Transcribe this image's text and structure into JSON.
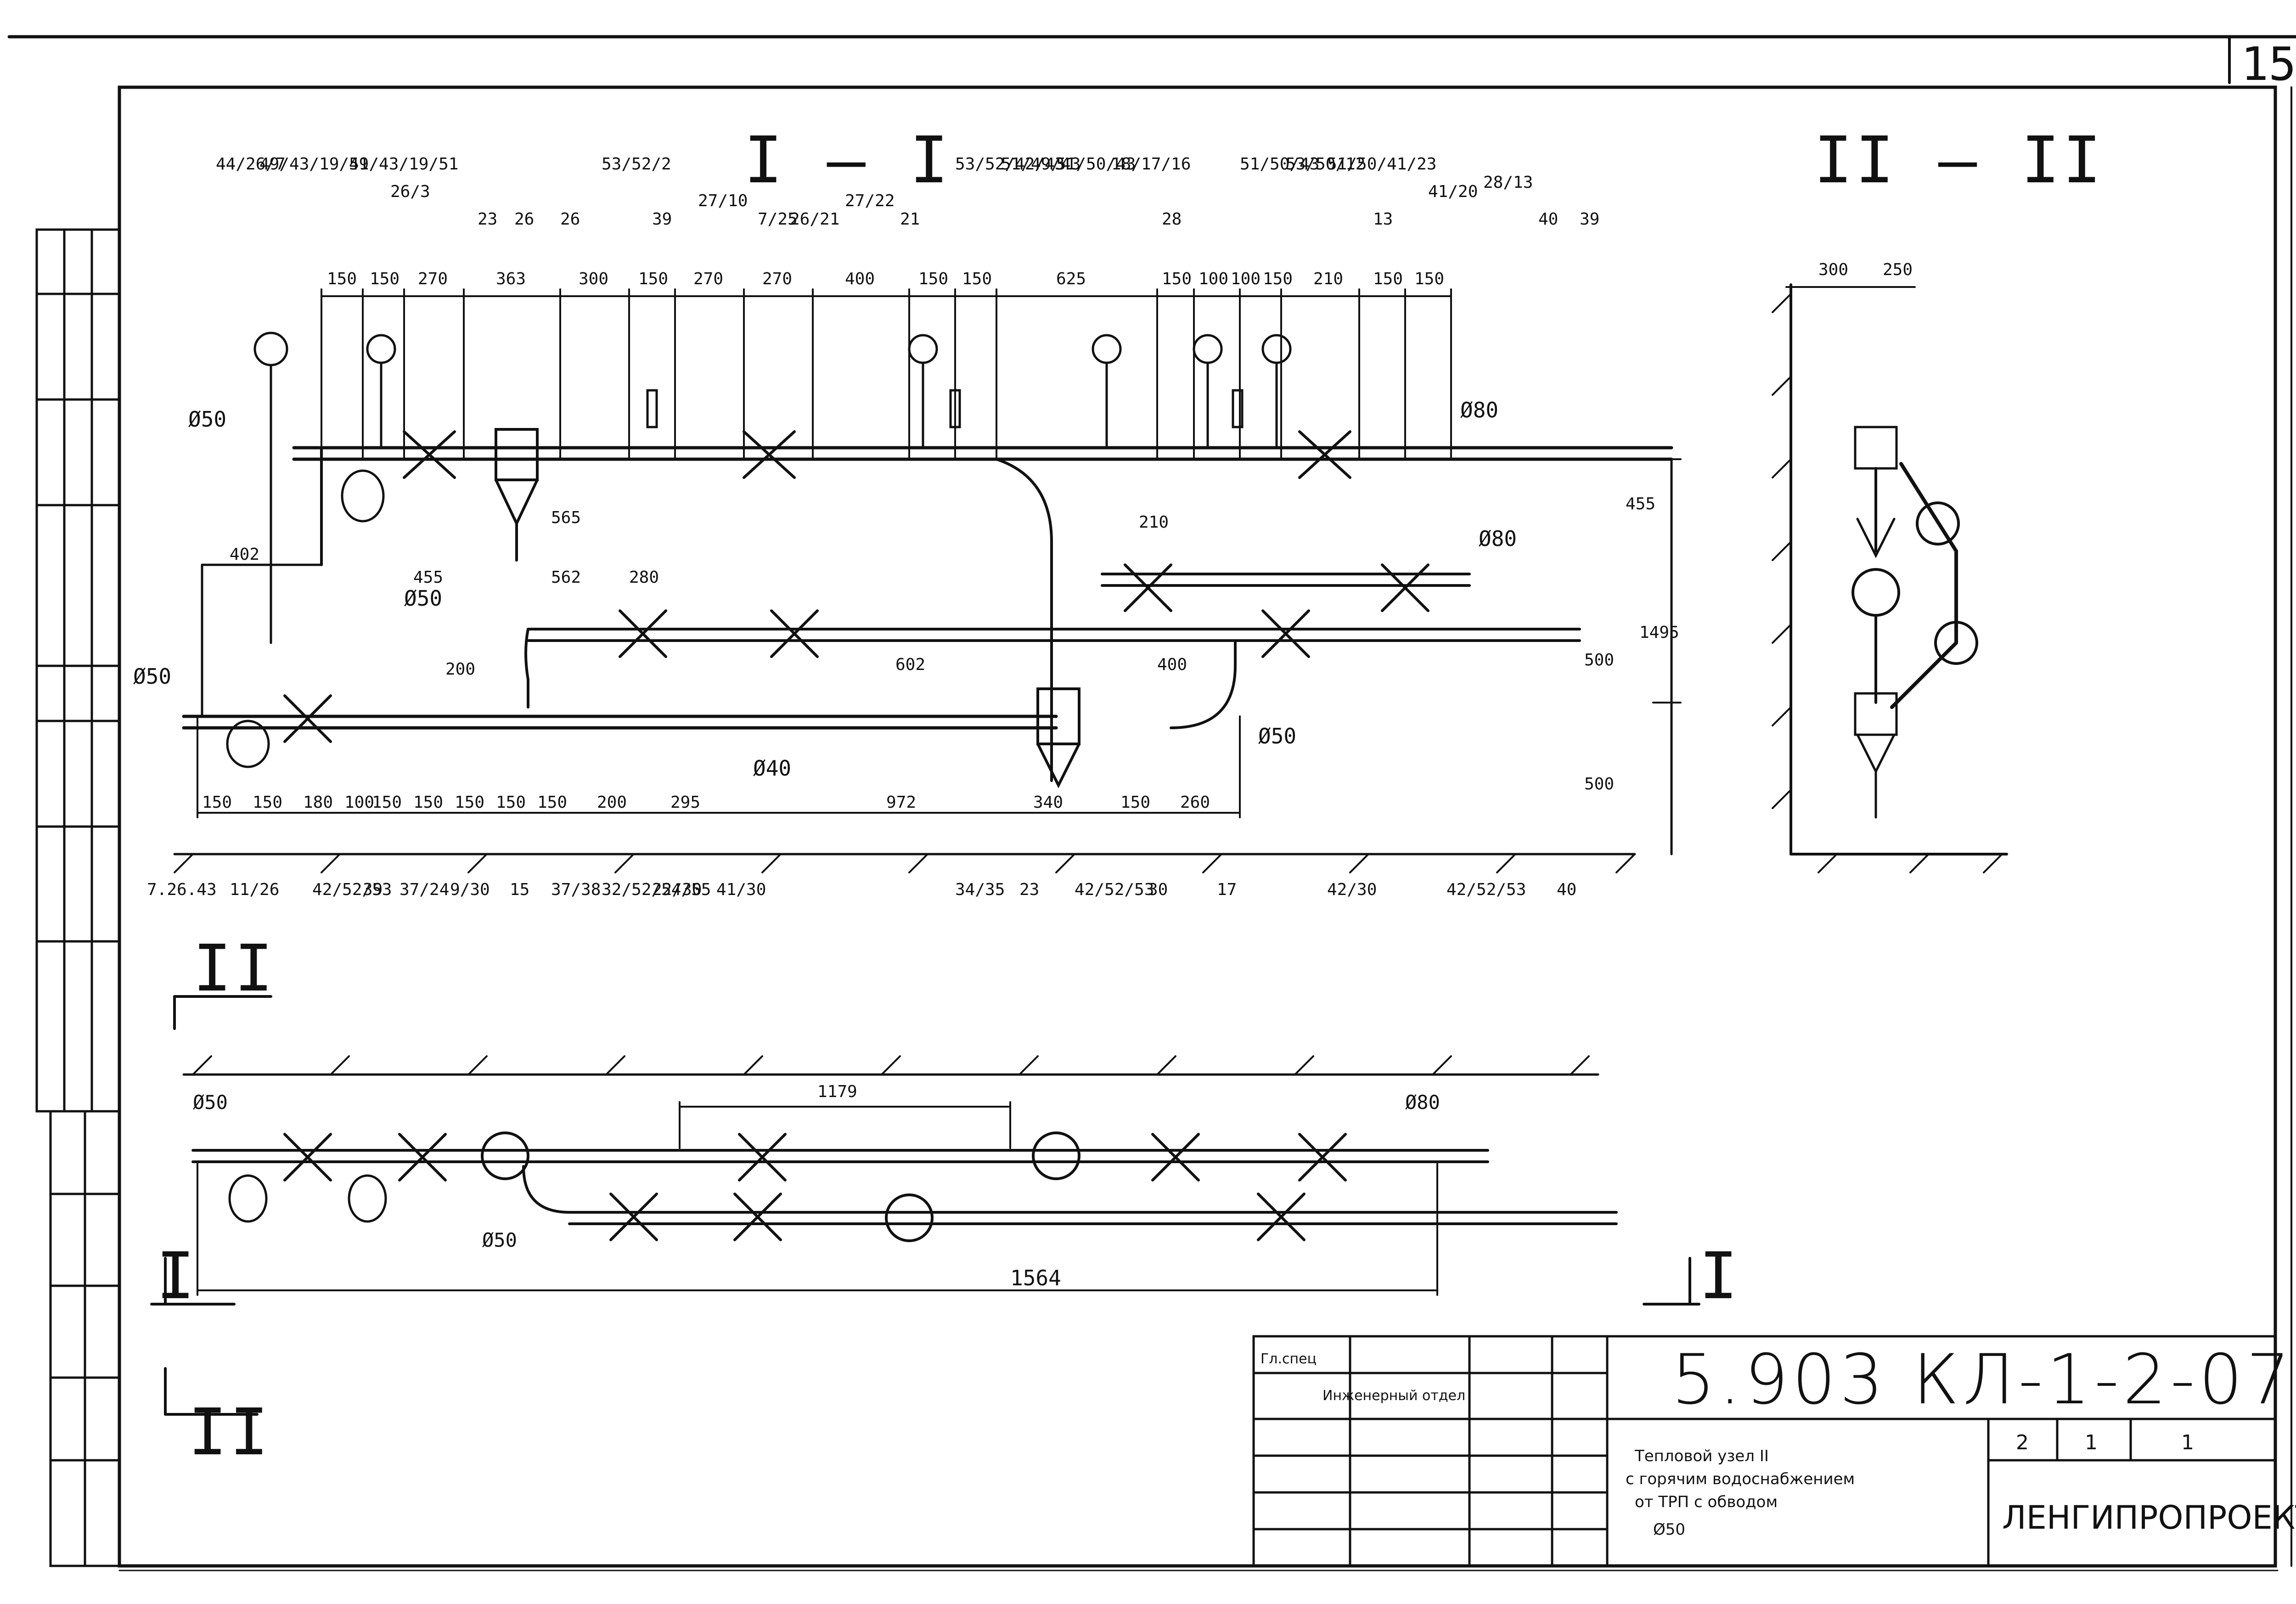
{
  "sheet": {
    "page_number": "15",
    "section_labels": {
      "section_1_1": "I — I",
      "section_2_2": "II — II",
      "cut_mark_II_left": "II",
      "cut_mark_I_left": "I",
      "cut_mark_I_right": "I",
      "cut_mark_II_bottom": "II"
    }
  },
  "title_block": {
    "drawing_code": "5.903 КЛ-1-2-07",
    "organization": "ЛЕНГИПРОПРОЕКТ",
    "title_line_1": "Тепловой узел II",
    "title_line_2": "с горячим водоснабжением",
    "title_line_3": "от ТРП с обводом",
    "title_line_4": "Ø50",
    "roles": [
      "Гл.спец",
      "Инженерный отдел"
    ],
    "sheet_cells": [
      "2",
      "1",
      "1"
    ]
  },
  "diameters": {
    "d_top_left": "Ø50",
    "d_top_right": "Ø80",
    "d_mid_left": "Ø50",
    "d_bottom_left": "Ø50",
    "d_mid_right": "Ø80",
    "d_bottom_mid": "Ø40",
    "d_lower_right": "Ø50",
    "d_plan_left": "Ø50",
    "d_plan_right": "Ø80",
    "d_plan_lower": "Ø50"
  },
  "dimensions": {
    "top_row": [
      "150",
      "150",
      "270",
      "363",
      "300",
      "150",
      "270",
      "270",
      "400",
      "150",
      "150",
      "625",
      "150",
      "100",
      "100",
      "150",
      "210",
      "150",
      "150"
    ],
    "bottom_row": [
      "150",
      "150",
      "180",
      "100",
      "150",
      "150",
      "150",
      "150",
      "150",
      "200",
      "295",
      "972",
      "340",
      "150",
      "260"
    ],
    "misc": [
      "565",
      "562",
      "402",
      "400",
      "602",
      "210",
      "280",
      "455",
      "1495",
      "500",
      "500",
      "200",
      "455",
      "1179",
      "1564"
    ],
    "section2": [
      "300",
      "250"
    ]
  },
  "callouts_top": [
    "44/26/7",
    "49/43/19/51",
    "49/43/19/51",
    "26/3",
    "23",
    "26",
    "26",
    "53/52/2",
    "39",
    "27/10",
    "7/25",
    "26/21",
    "27/22",
    "21",
    "53/52/42/43",
    "51/49/43",
    "51/50/43",
    "18/17/16",
    "28",
    "51/50/43",
    "53/50/12",
    "51/50/41/23",
    "13",
    "41/20",
    "28/13",
    "40",
    "39"
  ],
  "callouts_bottom": [
    "7.26.43",
    "11/26",
    "42/52/53",
    "39",
    "37/24",
    "9/30",
    "15",
    "37/38",
    "32/52/54/55",
    "22/30",
    "41/30",
    "34/35",
    "23",
    "42/52/53",
    "30",
    "17",
    "42/30",
    "42/52/53",
    "40"
  ]
}
